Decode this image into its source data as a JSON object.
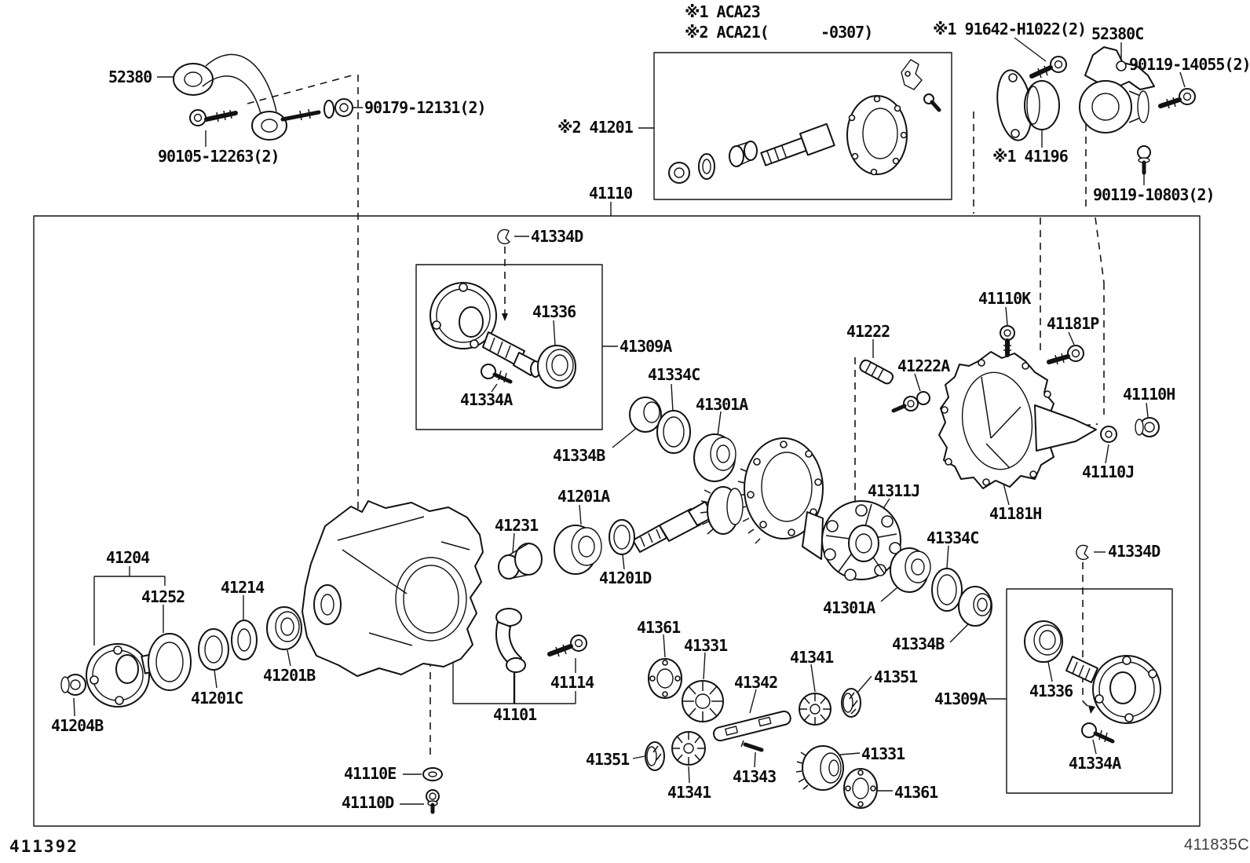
{
  "diagram": {
    "description": "Exploded parts diagram of rear differential carrier assembly",
    "colors": {
      "ink": "#121212",
      "background": "#ffffff"
    },
    "sheet_codes": {
      "bottom_left": "411392",
      "bottom_right": "411835C"
    },
    "footnotes": {
      "note1": "※1 ACA23",
      "note2": "※2 ACA21(      -0307)"
    },
    "part_labels": {
      "p52380": "52380",
      "p90179": "90179-12131(2)",
      "p90105": "90105-12263(2)",
      "p41201": "※2 41201",
      "p41110": "41110",
      "p91642": "※1 91642-H1022(2)",
      "p52380c": "52380C",
      "p90119_14055": "90119-14055(2)",
      "p41196": "※1 41196",
      "p90119_10803": "90119-10803(2)",
      "p41334d_left": "41334D",
      "p41336_left": "41336",
      "p41309a_left": "41309A",
      "p41334a_left": "41334A",
      "p41334c_left": "41334C",
      "p41301a_left": "41301A",
      "p41334b_left": "41334B",
      "p41231": "41231",
      "p41201a": "41201A",
      "p41201d": "41201D",
      "p41222": "41222",
      "p41222a": "41222A",
      "p41110k": "41110K",
      "p41181p": "41181P",
      "p41110h": "41110H",
      "p41110j": "41110J",
      "p41311j": "41311J",
      "p41181h": "41181H",
      "p41334c_right": "41334C",
      "p41301a_right": "41301A",
      "p41334b_right": "41334B",
      "p41334d_right": "41334D",
      "p41336_right": "41336",
      "p41309a_right": "41309A",
      "p41334a_right": "41334A",
      "p41204": "41204",
      "p41252": "41252",
      "p41214": "41214",
      "p41201b": "41201B",
      "p41201c": "41201C",
      "p41204b": "41204B",
      "p41114": "41114",
      "p41101": "41101",
      "p41110e": "41110E",
      "p41110d": "41110D",
      "p41351_left": "41351",
      "p41361_left": "41361",
      "p41331_left": "41331",
      "p41342": "41342",
      "p41341_top": "41341",
      "p41351_right": "41351",
      "p41343": "41343",
      "p41341_bottom": "41341",
      "p41331_right": "41331",
      "p41361_bottom": "41361"
    }
  }
}
